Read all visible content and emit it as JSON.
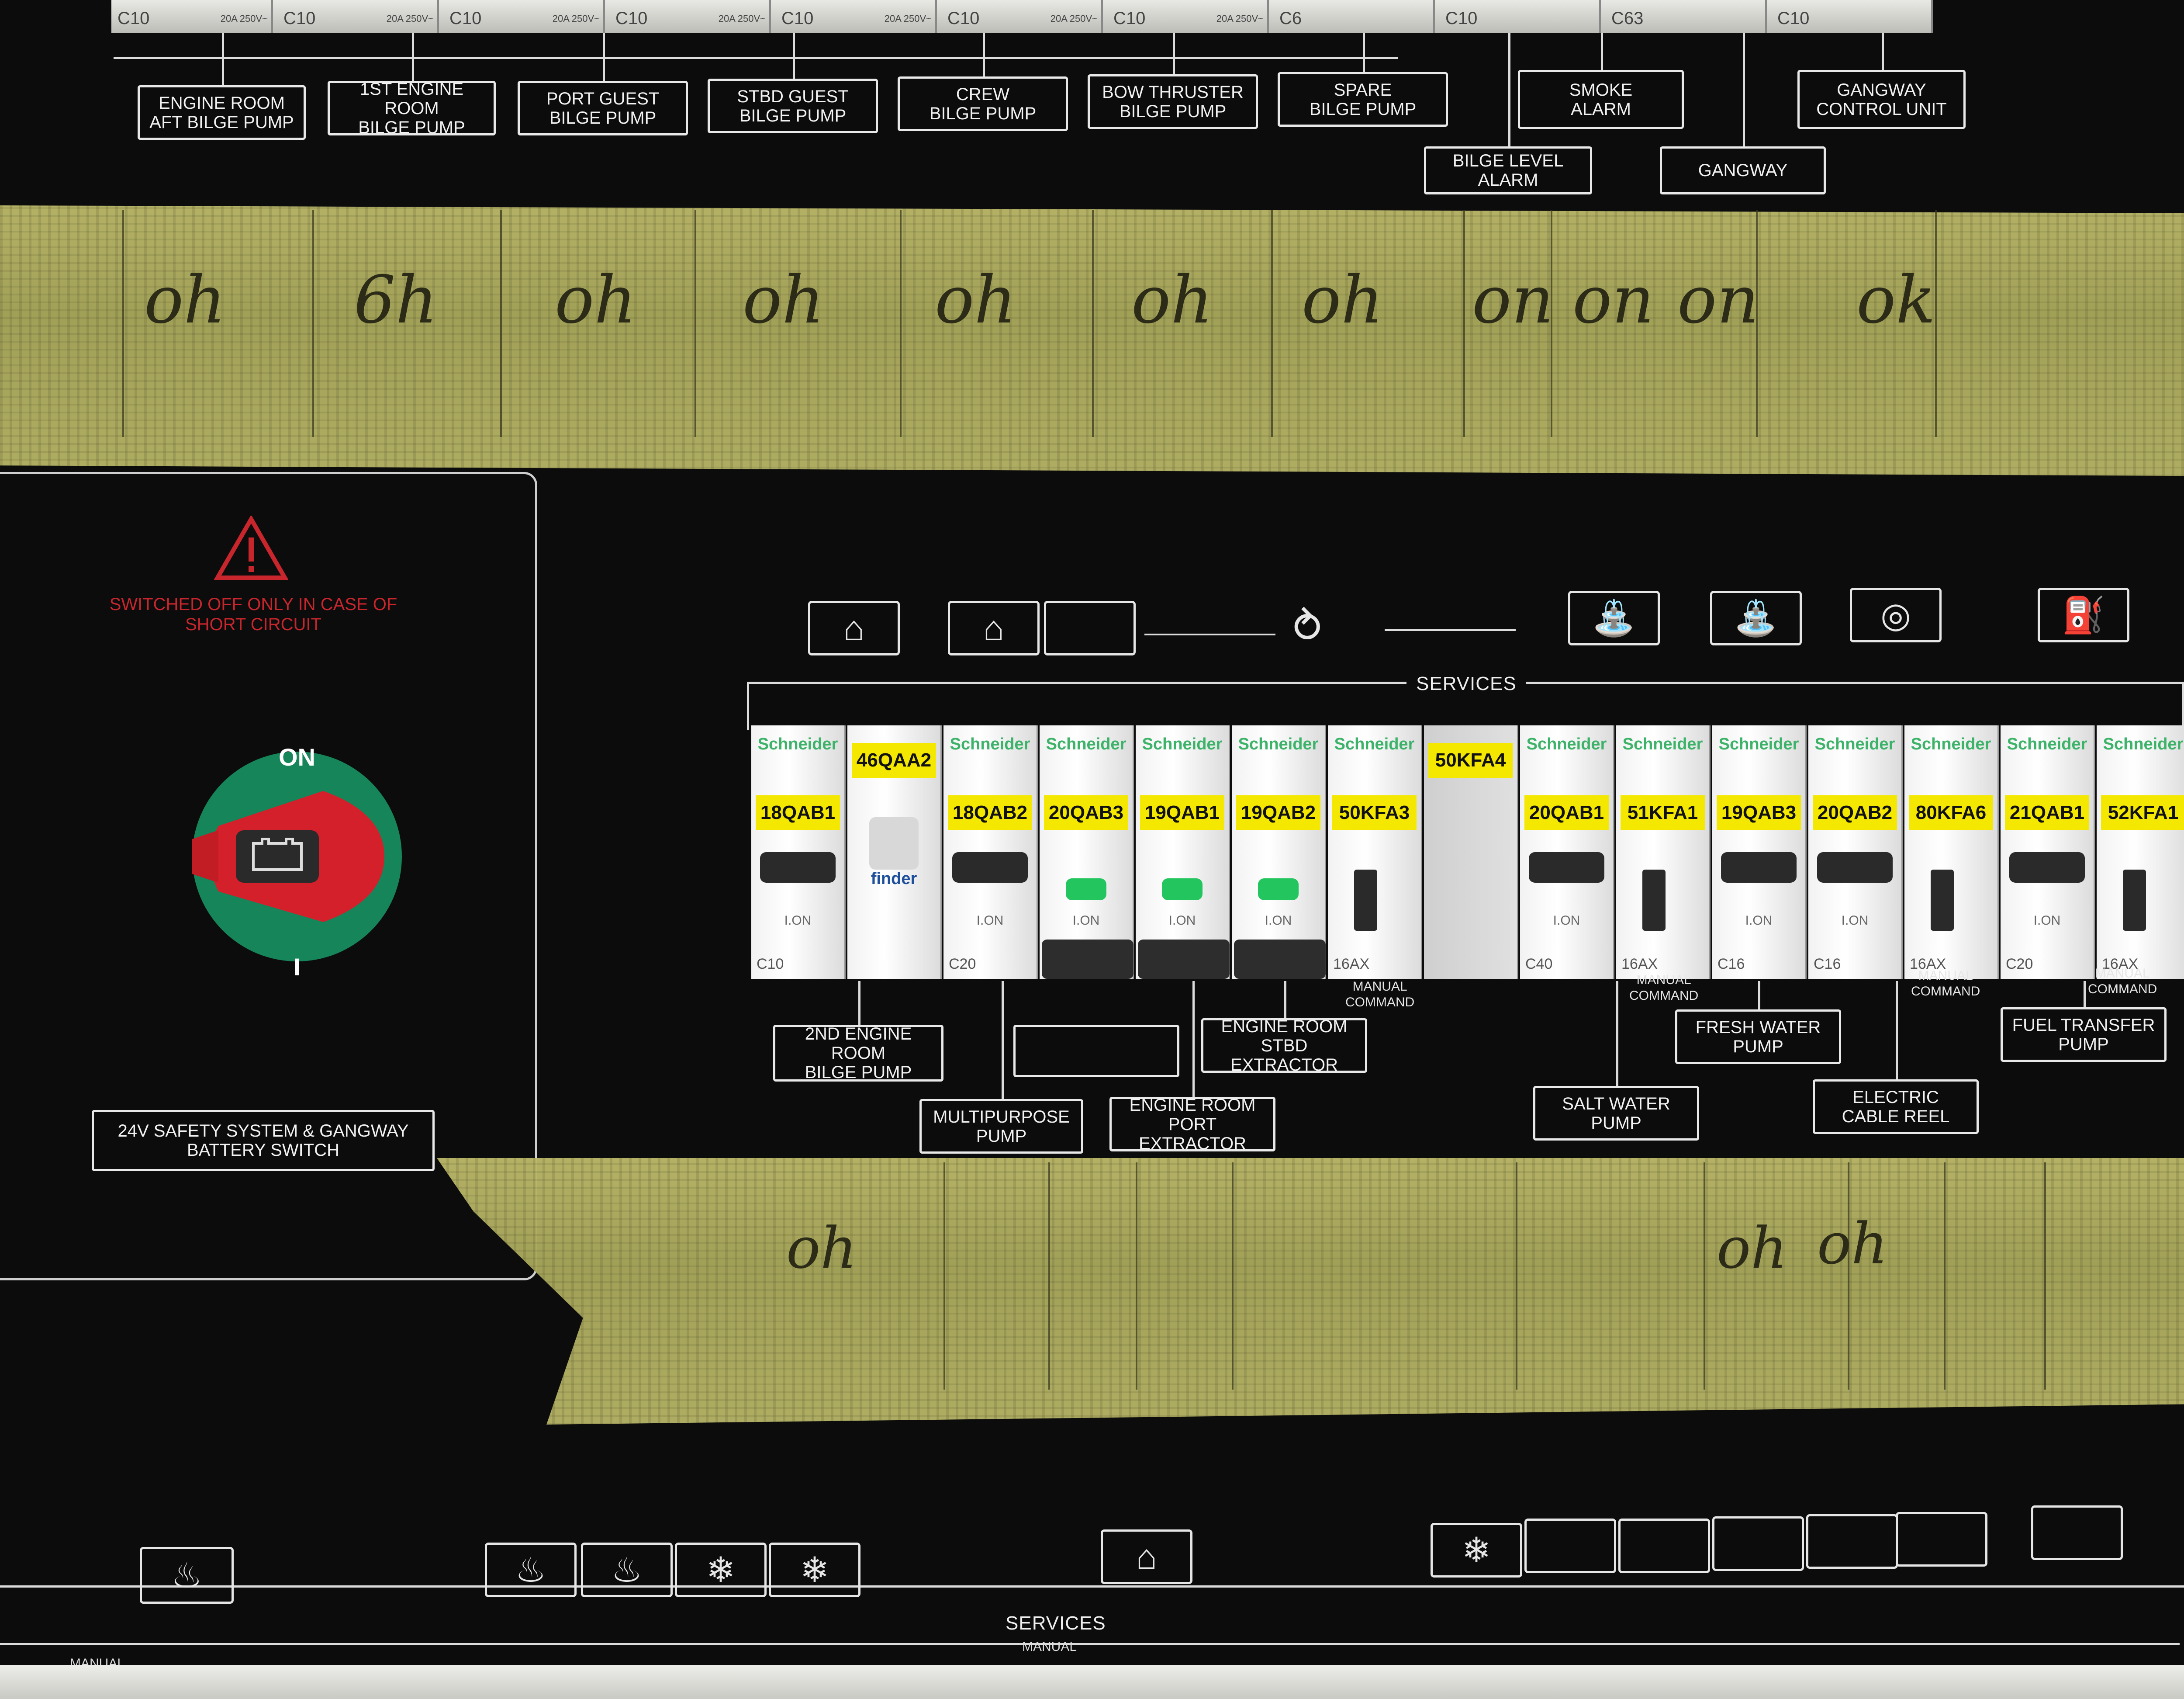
{
  "top_breakers": [
    {
      "code": "C10",
      "rating": "20A 250V~"
    },
    {
      "code": "C10",
      "rating": "20A 250V~"
    },
    {
      "code": "C10",
      "rating": "20A 250V~"
    },
    {
      "code": "C10",
      "rating": "20A 250V~"
    },
    {
      "code": "C10",
      "rating": "20A 250V~"
    },
    {
      "code": "C10",
      "rating": "20A 250V~"
    },
    {
      "code": "C10",
      "rating": "20A 250V~"
    },
    {
      "code": "C6",
      "rating": ""
    },
    {
      "code": "C10",
      "rating": ""
    },
    {
      "code": "C63",
      "rating": ""
    },
    {
      "code": "C10",
      "rating": ""
    }
  ],
  "top_labels": [
    "ENGINE ROOM\nAFT BILGE PUMP",
    "1ST ENGINE ROOM\nBILGE PUMP",
    "PORT GUEST\nBILGE PUMP",
    "STBD GUEST\nBILGE PUMP",
    "CREW\nBILGE PUMP",
    "BOW THRUSTER\nBILGE PUMP",
    "SPARE\nBILGE PUMP",
    "SMOKE\nALARM",
    "GANGWAY\nCONTROL UNIT",
    "BILGE LEVEL\nALARM",
    "GANGWAY"
  ],
  "tape_marks_top": [
    "oh",
    "6h",
    "oh",
    "oh",
    "oh",
    "oh",
    "oh",
    "on",
    "on",
    "on",
    "ok"
  ],
  "tape_marks_bottom": [
    "oh",
    "oh",
    "oh"
  ],
  "warning_text": "SWITCHED OFF ONLY IN CASE OF\nSHORT CIRCUIT",
  "battery_switch": {
    "on_label": "ON",
    "off_label": "I",
    "caption": "24V SAFETY SYSTEM & GANGWAY\nBATTERY SWITCH"
  },
  "services_title": "SERVICES",
  "breakers": [
    {
      "brand": "Schneider",
      "tag": "18QAB1",
      "rating": "C10"
    },
    {
      "brand": "finder",
      "tag": "46QAA2",
      "rating": ""
    },
    {
      "brand": "Schneider",
      "tag": "18QAB2",
      "rating": "C20"
    },
    {
      "brand": "Schneider",
      "tag": "20QAB3",
      "rating": ""
    },
    {
      "brand": "Schneider",
      "tag": "19QAB1",
      "rating": ""
    },
    {
      "brand": "Schneider",
      "tag": "19QAB2",
      "rating": ""
    },
    {
      "brand": "Schneider",
      "tag": "50KFA3",
      "rating": "16AX"
    },
    {
      "brand": "",
      "tag": "50KFA4",
      "rating": ""
    },
    {
      "brand": "Schneider",
      "tag": "20QAB1",
      "rating": "C40"
    },
    {
      "brand": "Schneider",
      "tag": "51KFA1",
      "rating": "16AX"
    },
    {
      "brand": "Schneider",
      "tag": "19QAB3",
      "rating": "C16"
    },
    {
      "brand": "Schneider",
      "tag": "20QAB2",
      "rating": "C16"
    },
    {
      "brand": "Schneider",
      "tag": "80KFA6",
      "rating": "16AX"
    },
    {
      "brand": "Schneider",
      "tag": "21QAB1",
      "rating": "C20"
    },
    {
      "brand": "Schneider",
      "tag": "52KFA1",
      "rating": "16AX"
    }
  ],
  "on_label": "I.ON",
  "middle_labels": [
    "2ND ENGINE ROOM\nBILGE PUMP",
    "MULTIPURPOSE\nPUMP",
    "ENGINE ROOM\nSTBD EXTRACTOR",
    "ENGINE ROOM\nPORT EXTRACTOR",
    "SALT WATER\nPUMP",
    "FRESH WATER\nPUMP",
    "ELECTRIC\nCABLE REEL",
    "FUEL TRANSFER\nPUMP"
  ],
  "manual_command": "MANUAL\nCOMMAND",
  "bottom_services_title": "SERVICES",
  "bottom_manual": "MANUAL",
  "colors": {
    "panel": "#0c0c0d",
    "tape": "#b3b163",
    "handle_red": "#d4202a",
    "switch_green": "#1e8a57",
    "tag_yellow": "#f5e800",
    "schneider_green": "#3db36a"
  }
}
